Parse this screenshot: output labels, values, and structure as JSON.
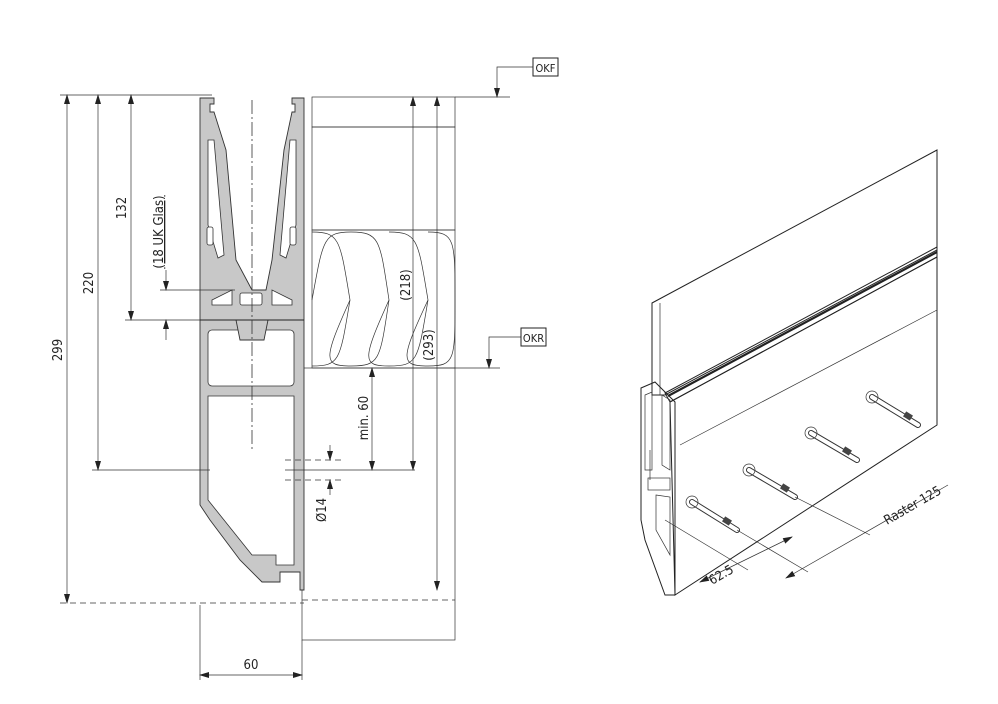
{
  "section_view": {
    "levels": {
      "top_floor": "OKF",
      "raw_floor": "OKR"
    },
    "dimensions": {
      "total_height": "299",
      "anchor_height": "220",
      "glass_depth": "132",
      "glass_note": "(18 UK Glas)",
      "floor_to_anchor": "(218)",
      "floor_to_bottom": "(293)",
      "min_embed": "min. 60",
      "hole_diameter": "Ø14",
      "profile_width": "60"
    }
  },
  "iso_view": {
    "dimensions": {
      "edge_distance": "62.5",
      "spacing": "Raster 125"
    }
  }
}
